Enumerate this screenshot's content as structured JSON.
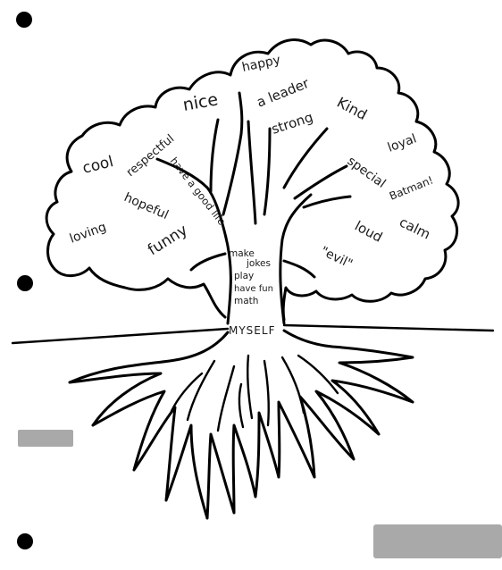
{
  "tree": {
    "trait_words": {
      "happy": "happy",
      "nice": "nice",
      "a_leader": "a leader",
      "kind": "Kind",
      "cool": "cool",
      "respectful": "respectful",
      "strong": "strong",
      "loyal": "loyal",
      "have_a_good_life": "have a good life",
      "special": "special",
      "batman": "Batman!",
      "hopeful": "hopeful",
      "loving": "loving",
      "funny": "funny",
      "loud": "loud",
      "calm": "calm",
      "evil": "\"evil\""
    },
    "trunk_words": {
      "make": "make",
      "jokes": "jokes",
      "play": "play",
      "have_fun": "have fun",
      "math": "math"
    },
    "root_label": "MYSELF"
  }
}
